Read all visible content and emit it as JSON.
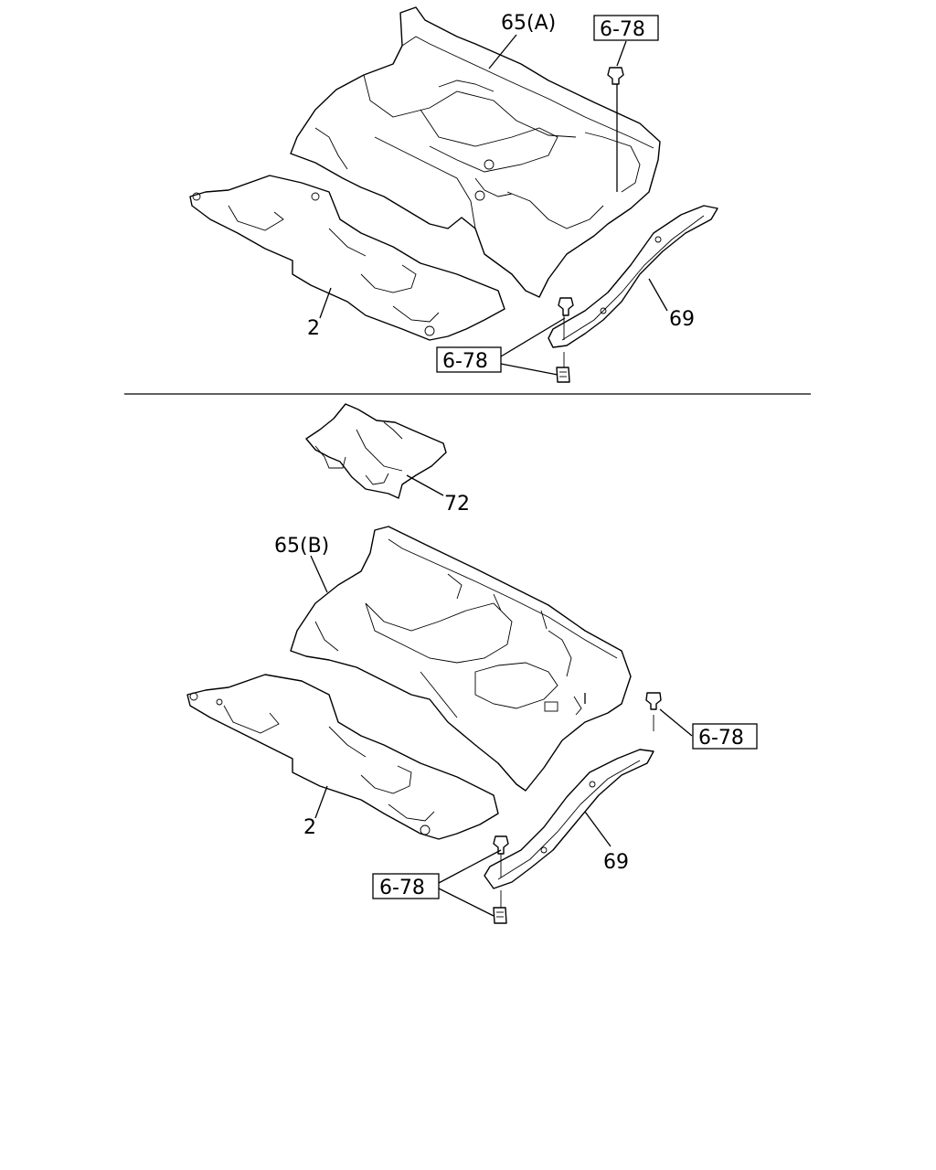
{
  "labels": {
    "top_65a": "65(A)",
    "top_ref_right": "6-78",
    "top_69": "69",
    "top_2": "2",
    "top_ref_bottom": "6-78",
    "mid_72": "72",
    "bot_65b": "65(B)",
    "bot_ref_right": "6-78",
    "bot_2": "2",
    "bot_69": "69",
    "bot_ref_left": "6-78"
  }
}
